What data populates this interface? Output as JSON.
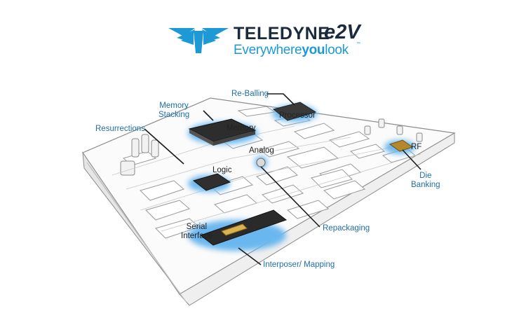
{
  "logo": {
    "company": "TELEDYNE",
    "mark": "e2V",
    "tagline_pre": "Everywhere",
    "tagline_bold": "you",
    "tagline_post": "look",
    "tm": "™",
    "colors": {
      "brand_blue": "#1d9ad6",
      "brand_dark": "#1b2a3c"
    }
  },
  "callouts": {
    "re_balling": "Re-Balling",
    "memory_stacking_1": "Memory",
    "memory_stacking_2": "Stacking",
    "resurrections": "Resurrections",
    "die_banking_1": "Die",
    "die_banking_2": "Banking",
    "repackaging": "Repackaging",
    "interposer_mapping": "Interposer/ Mapping"
  },
  "chip_labels": {
    "processor": "Processor",
    "memory": "Memory",
    "analog": "Analog",
    "logic": "Logic",
    "rf": "RF",
    "serial_1": "Serial",
    "serial_2": "Interface"
  },
  "colors": {
    "callout_blue": "#1f6fa6",
    "glow_blue": "#6ab7ef",
    "board_line": "#9a9a9a"
  }
}
